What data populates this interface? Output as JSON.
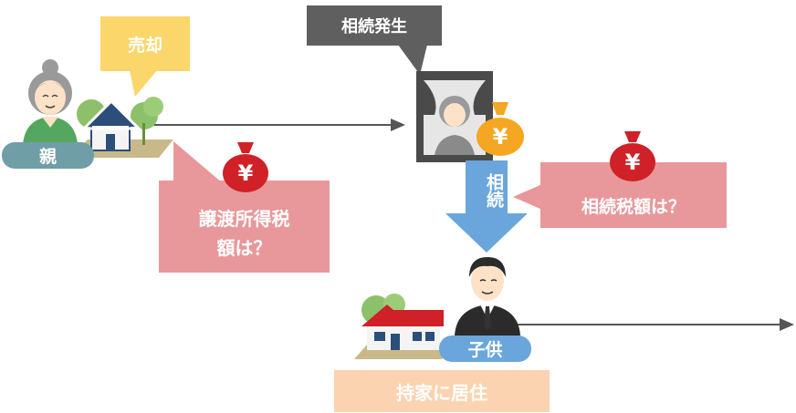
{
  "labels": {
    "parent": "親",
    "sale": "売却",
    "inheritance_event": "相続発生",
    "inherit_arrow": "相続",
    "transfer_tax_line1": "譲渡所得税",
    "transfer_tax_line2": "額は？",
    "inheritance_tax": "相続税額は？",
    "child": "子供",
    "residence": "持家に居住",
    "yen": "¥"
  },
  "colors": {
    "parent_pill": "#6f9ea6",
    "sale_bubble": "#fbd66b",
    "event_box": "#5f5f5f",
    "inherit_arrow": "#6aa6dc",
    "tax_bubble": "#e8989a",
    "money_bag_red": "#cf2127",
    "money_bag_orange": "#f5a623",
    "child_pill": "#6aa6dc",
    "residence_box": "#fbd3b0",
    "timeline": "#555555"
  },
  "icons": [
    "grandmother-icon",
    "house-with-trees-icon",
    "memorial-portrait-icon",
    "money-bag-icon",
    "businessman-icon",
    "red-roof-house-icon"
  ]
}
